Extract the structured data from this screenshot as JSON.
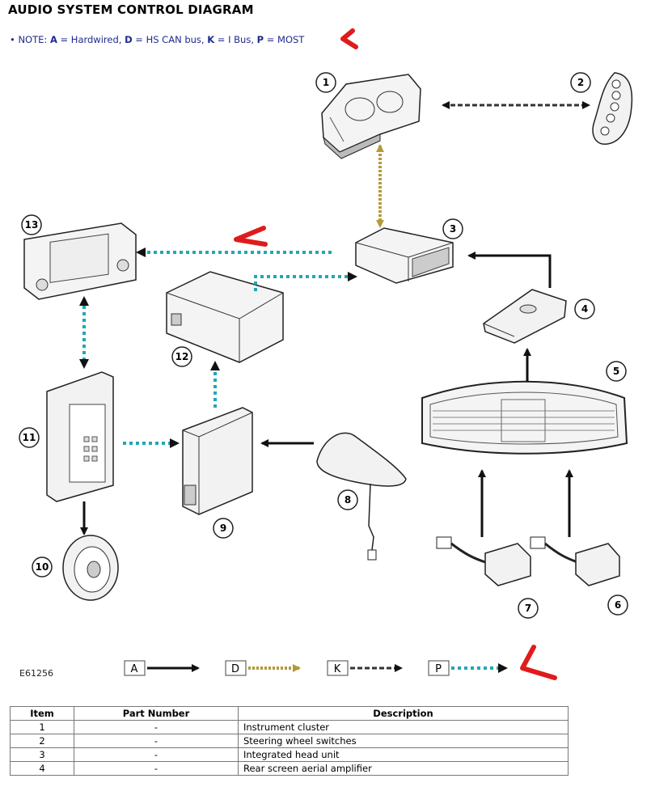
{
  "title": "AUDIO SYSTEM CONTROL DIAGRAM",
  "note": {
    "bullet": "•",
    "prefix": "NOTE: ",
    "items": [
      {
        "key": "A",
        "text": " = Hardwired, "
      },
      {
        "key": "D",
        "text": " = HS CAN bus, "
      },
      {
        "key": "K",
        "text": " = I Bus, "
      },
      {
        "key": "P",
        "text": " = MOST"
      }
    ]
  },
  "diagram": {
    "figure_code": "E61256",
    "callouts": [
      "1",
      "2",
      "3",
      "4",
      "5",
      "6",
      "7",
      "8",
      "9",
      "10",
      "11",
      "12",
      "13"
    ],
    "legend": [
      {
        "letter": "A",
        "style": "solid"
      },
      {
        "letter": "D",
        "style": "can"
      },
      {
        "letter": "K",
        "style": "ibus"
      },
      {
        "letter": "P",
        "style": "most"
      }
    ],
    "colors": {
      "hardwired": "#111111",
      "can": "#b39a3a",
      "ibus": "#333333",
      "most": "#21a7b6",
      "annotation": "#e01b1b"
    }
  },
  "table": {
    "headers": [
      "Item",
      "Part Number",
      "Description"
    ],
    "rows": [
      [
        "1",
        "-",
        "Instrument cluster"
      ],
      [
        "2",
        "-",
        "Steering wheel switches"
      ],
      [
        "3",
        "-",
        "Integrated head unit"
      ],
      [
        "4",
        "-",
        "Rear screen aerial amplifier"
      ]
    ]
  }
}
